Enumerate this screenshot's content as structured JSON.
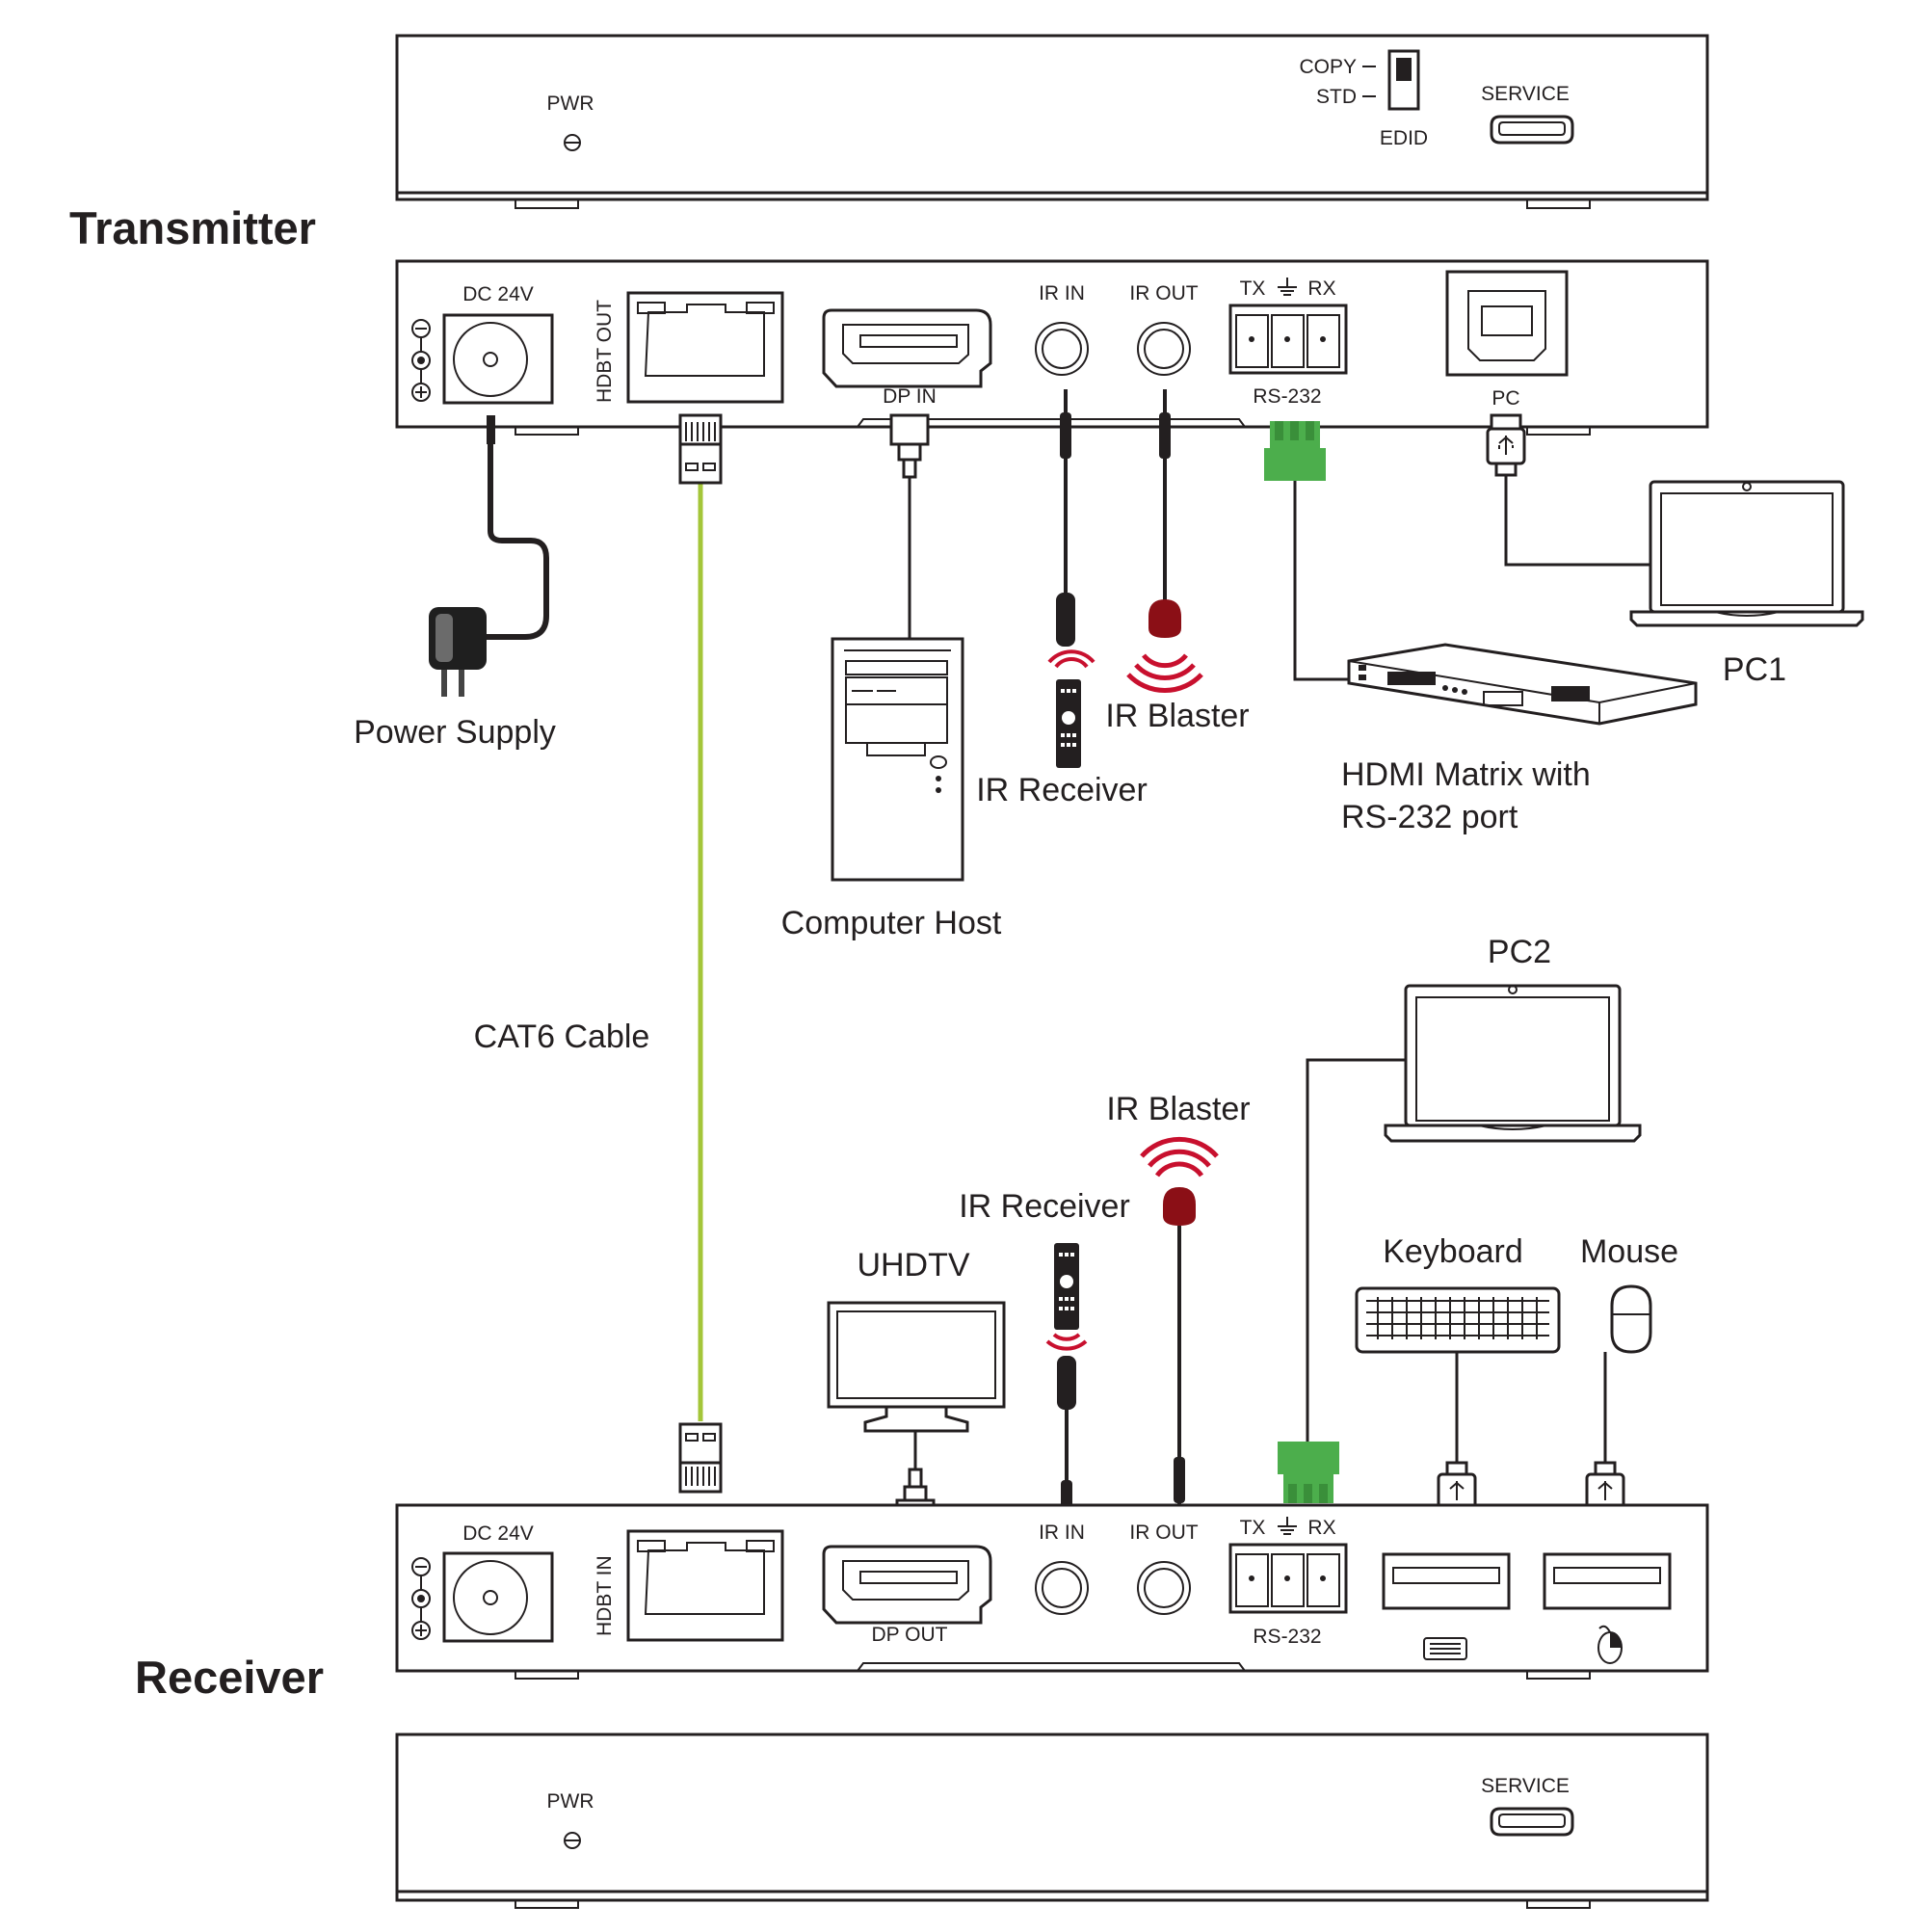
{
  "colors": {
    "outline": "#231f20",
    "cat6": "#a4c639",
    "terminal_green": "#4cae4c",
    "ir_red": "#c8102e"
  },
  "headings": {
    "transmitter": "Transmitter",
    "receiver": "Receiver"
  },
  "tx_top_panel": {
    "pwr": "PWR",
    "copy": "COPY",
    "std": "STD",
    "edid": "EDID",
    "service": "SERVICE"
  },
  "tx_rear_panel": {
    "dc": "DC 24V",
    "hdbt": "HDBT OUT",
    "dp": "DP IN",
    "ir_in": "IR IN",
    "ir_out": "IR OUT",
    "tx": "TX",
    "rx": "RX",
    "rs232": "RS-232",
    "pc": "PC"
  },
  "rx_rear_panel": {
    "dc": "DC 24V",
    "hdbt": "HDBT IN",
    "dp": "DP OUT",
    "ir_in": "IR IN",
    "ir_out": "IR OUT",
    "tx": "TX",
    "rx": "RX",
    "rs232": "RS-232"
  },
  "rx_bottom_panel": {
    "pwr": "PWR",
    "service": "SERVICE"
  },
  "devices": {
    "power_supply": "Power Supply",
    "computer_host": "Computer Host",
    "ir_receiver_tx": "IR Receiver",
    "ir_blaster_tx": "IR Blaster",
    "hdmi_matrix_line1": "HDMI Matrix with",
    "hdmi_matrix_line2": "RS-232 port",
    "pc1": "PC1",
    "cat6": "CAT6 Cable",
    "pc2": "PC2",
    "ir_blaster_rx": "IR Blaster",
    "ir_receiver_rx": "IR Receiver",
    "uhdtv": "UHDTV",
    "keyboard": "Keyboard",
    "mouse": "Mouse"
  }
}
